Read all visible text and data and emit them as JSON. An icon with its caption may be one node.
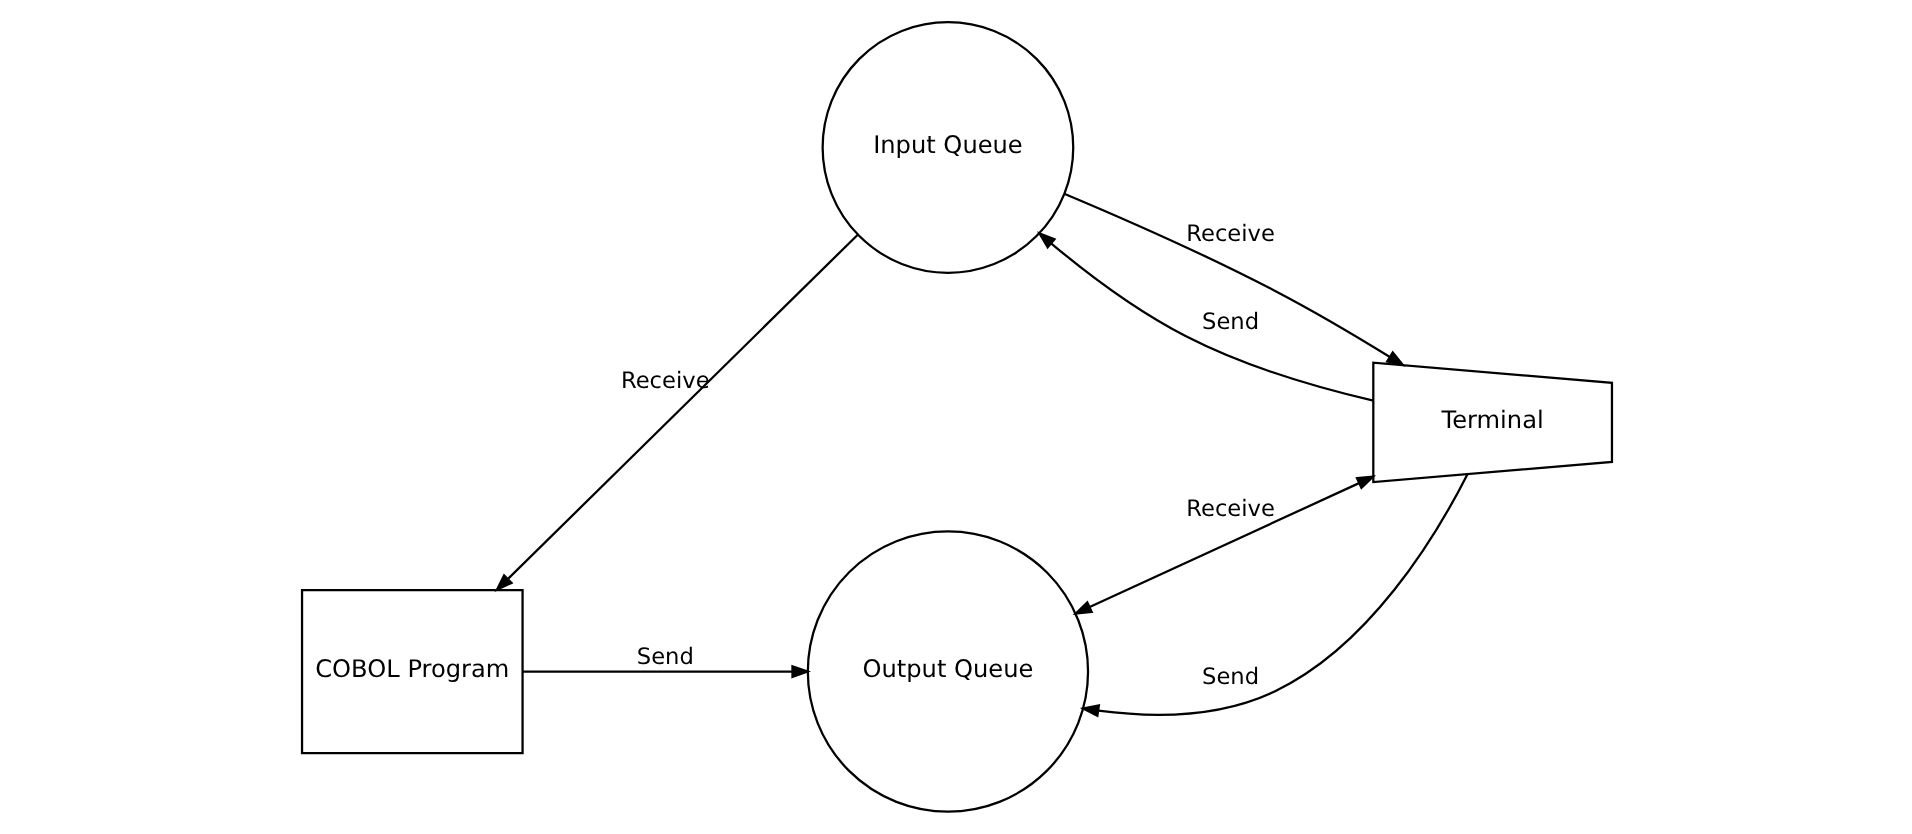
{
  "diagram": {
    "nodes": [
      {
        "text": [
          "Input Queue"
        ]
      },
      {
        "text": [
          "COBOL Program"
        ]
      },
      {
        "text": [
          "Terminal"
        ]
      },
      {
        "text": [
          "Output Queue"
        ]
      }
    ],
    "edges": [
      {
        "from": 0,
        "to": 1,
        "arrow": "to",
        "label": "Receive"
      },
      {
        "from": 2,
        "to": 0,
        "arrow": "to",
        "label": "Send"
      },
      {
        "from": 0,
        "to": 2,
        "arrow": "to",
        "label": "Receive"
      },
      {
        "from": 1,
        "to": 3,
        "arrow": "to",
        "label": "Send"
      },
      {
        "from": 2,
        "to": 3,
        "arrow": "to",
        "label": "Send"
      },
      {
        "from": 3,
        "to": 2,
        "arrow": "both",
        "label": "Receive"
      }
    ]
  }
}
